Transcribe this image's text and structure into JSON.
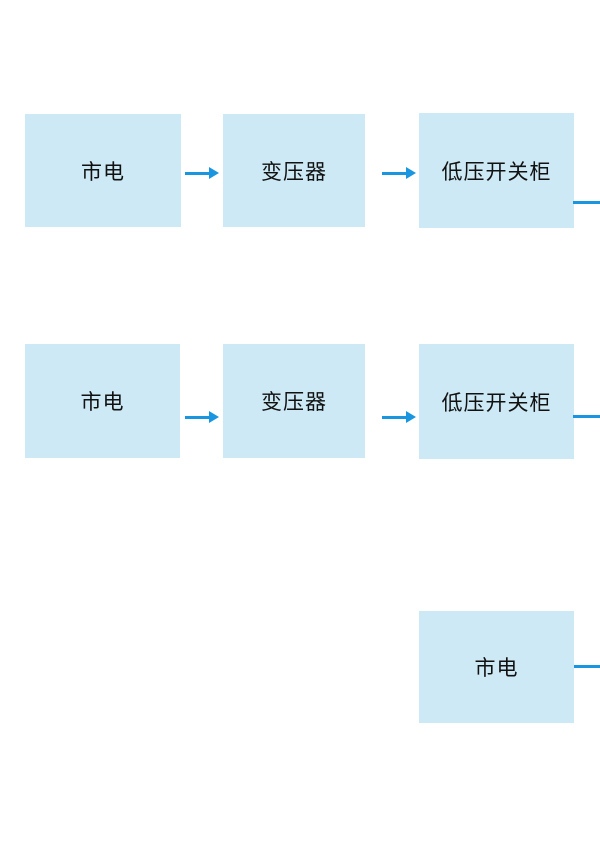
{
  "colors": {
    "background": "#ffffff",
    "node_fill": "#cde9f5",
    "arrow": "#1a96e0",
    "text": "#111111"
  },
  "nodes": {
    "row1_mains": "市电",
    "row1_transformer": "变压器",
    "row1_lv_switchgear": "低压开关柜",
    "row2_mains": "市电",
    "row2_transformer": "变压器",
    "row2_lv_switchgear": "低压开关柜",
    "row3_mains": "市电"
  }
}
